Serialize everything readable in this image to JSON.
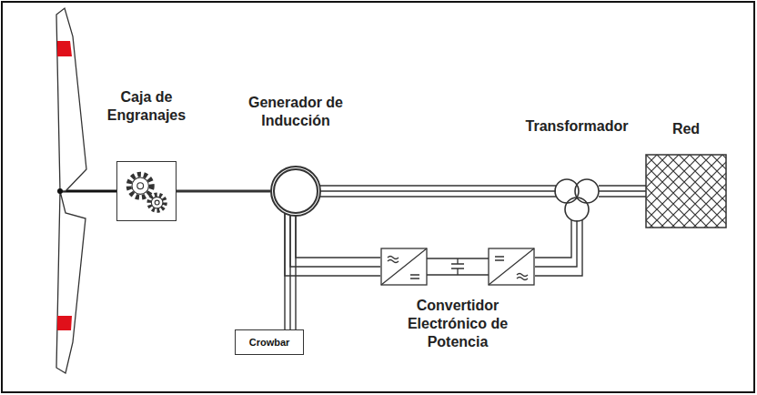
{
  "diagram": {
    "nodes": [
      {
        "text": [
          "Caja de Engranajes"
        ]
      },
      {
        "text": [
          "Generador de Inducción"
        ]
      },
      {
        "text": [
          "Transformador"
        ]
      },
      {
        "text": [
          "Red"
        ]
      },
      {
        "text": [
          "Crowbar"
        ]
      },
      {
        "text": [
          "Convertidor Electrónico de Potencia"
        ]
      }
    ],
    "edges": [
      {
        "from": 0,
        "to": 1,
        "arrow": "none"
      },
      {
        "from": 1,
        "to": 2,
        "arrow": "none"
      },
      {
        "from": 2,
        "to": 3,
        "arrow": "none"
      },
      {
        "from": 1,
        "to": 4,
        "arrow": "none"
      },
      {
        "from": 1,
        "to": 5,
        "arrow": "none"
      },
      {
        "from": 5,
        "to": 2,
        "arrow": "none"
      }
    ]
  }
}
